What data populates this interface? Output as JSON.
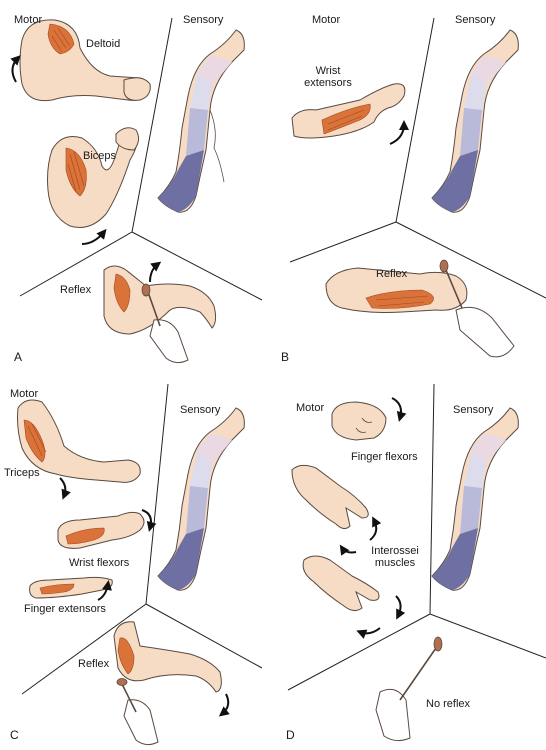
{
  "panels": {
    "a": {
      "letter": "A",
      "motor": "Motor",
      "sensory": "Sensory",
      "deltoid": "Deltoid",
      "biceps": "Biceps",
      "reflex": "Reflex"
    },
    "b": {
      "letter": "B",
      "motor": "Motor",
      "sensory": "Sensory",
      "wrist_ext_1": "Wrist",
      "wrist_ext_2": "extensors",
      "reflex": "Reflex"
    },
    "c": {
      "letter": "C",
      "motor": "Motor",
      "sensory": "Sensory",
      "triceps": "Triceps",
      "wrist_flexors": "Wrist flexors",
      "finger_extensors": "Finger extensors",
      "reflex": "Reflex"
    },
    "d": {
      "letter": "D",
      "motor": "Motor",
      "sensory": "Sensory",
      "finger_flexors": "Finger flexors",
      "interossei_1": "Interossei",
      "interossei_2": "muscles",
      "no_reflex": "No reflex"
    }
  },
  "colors": {
    "skin": "#f6dcc4",
    "skin_edge": "#5a4a40",
    "muscle": "#d9733a",
    "muscle_line": "#a8461c",
    "dermatome_light": "#dcdcec",
    "dermatome_mid": "#b9b9d9",
    "dermatome_dark": "#6e6fa3",
    "dermatome_pink": "#ead9e3",
    "hammer": "#b07050",
    "line": "#222222"
  }
}
